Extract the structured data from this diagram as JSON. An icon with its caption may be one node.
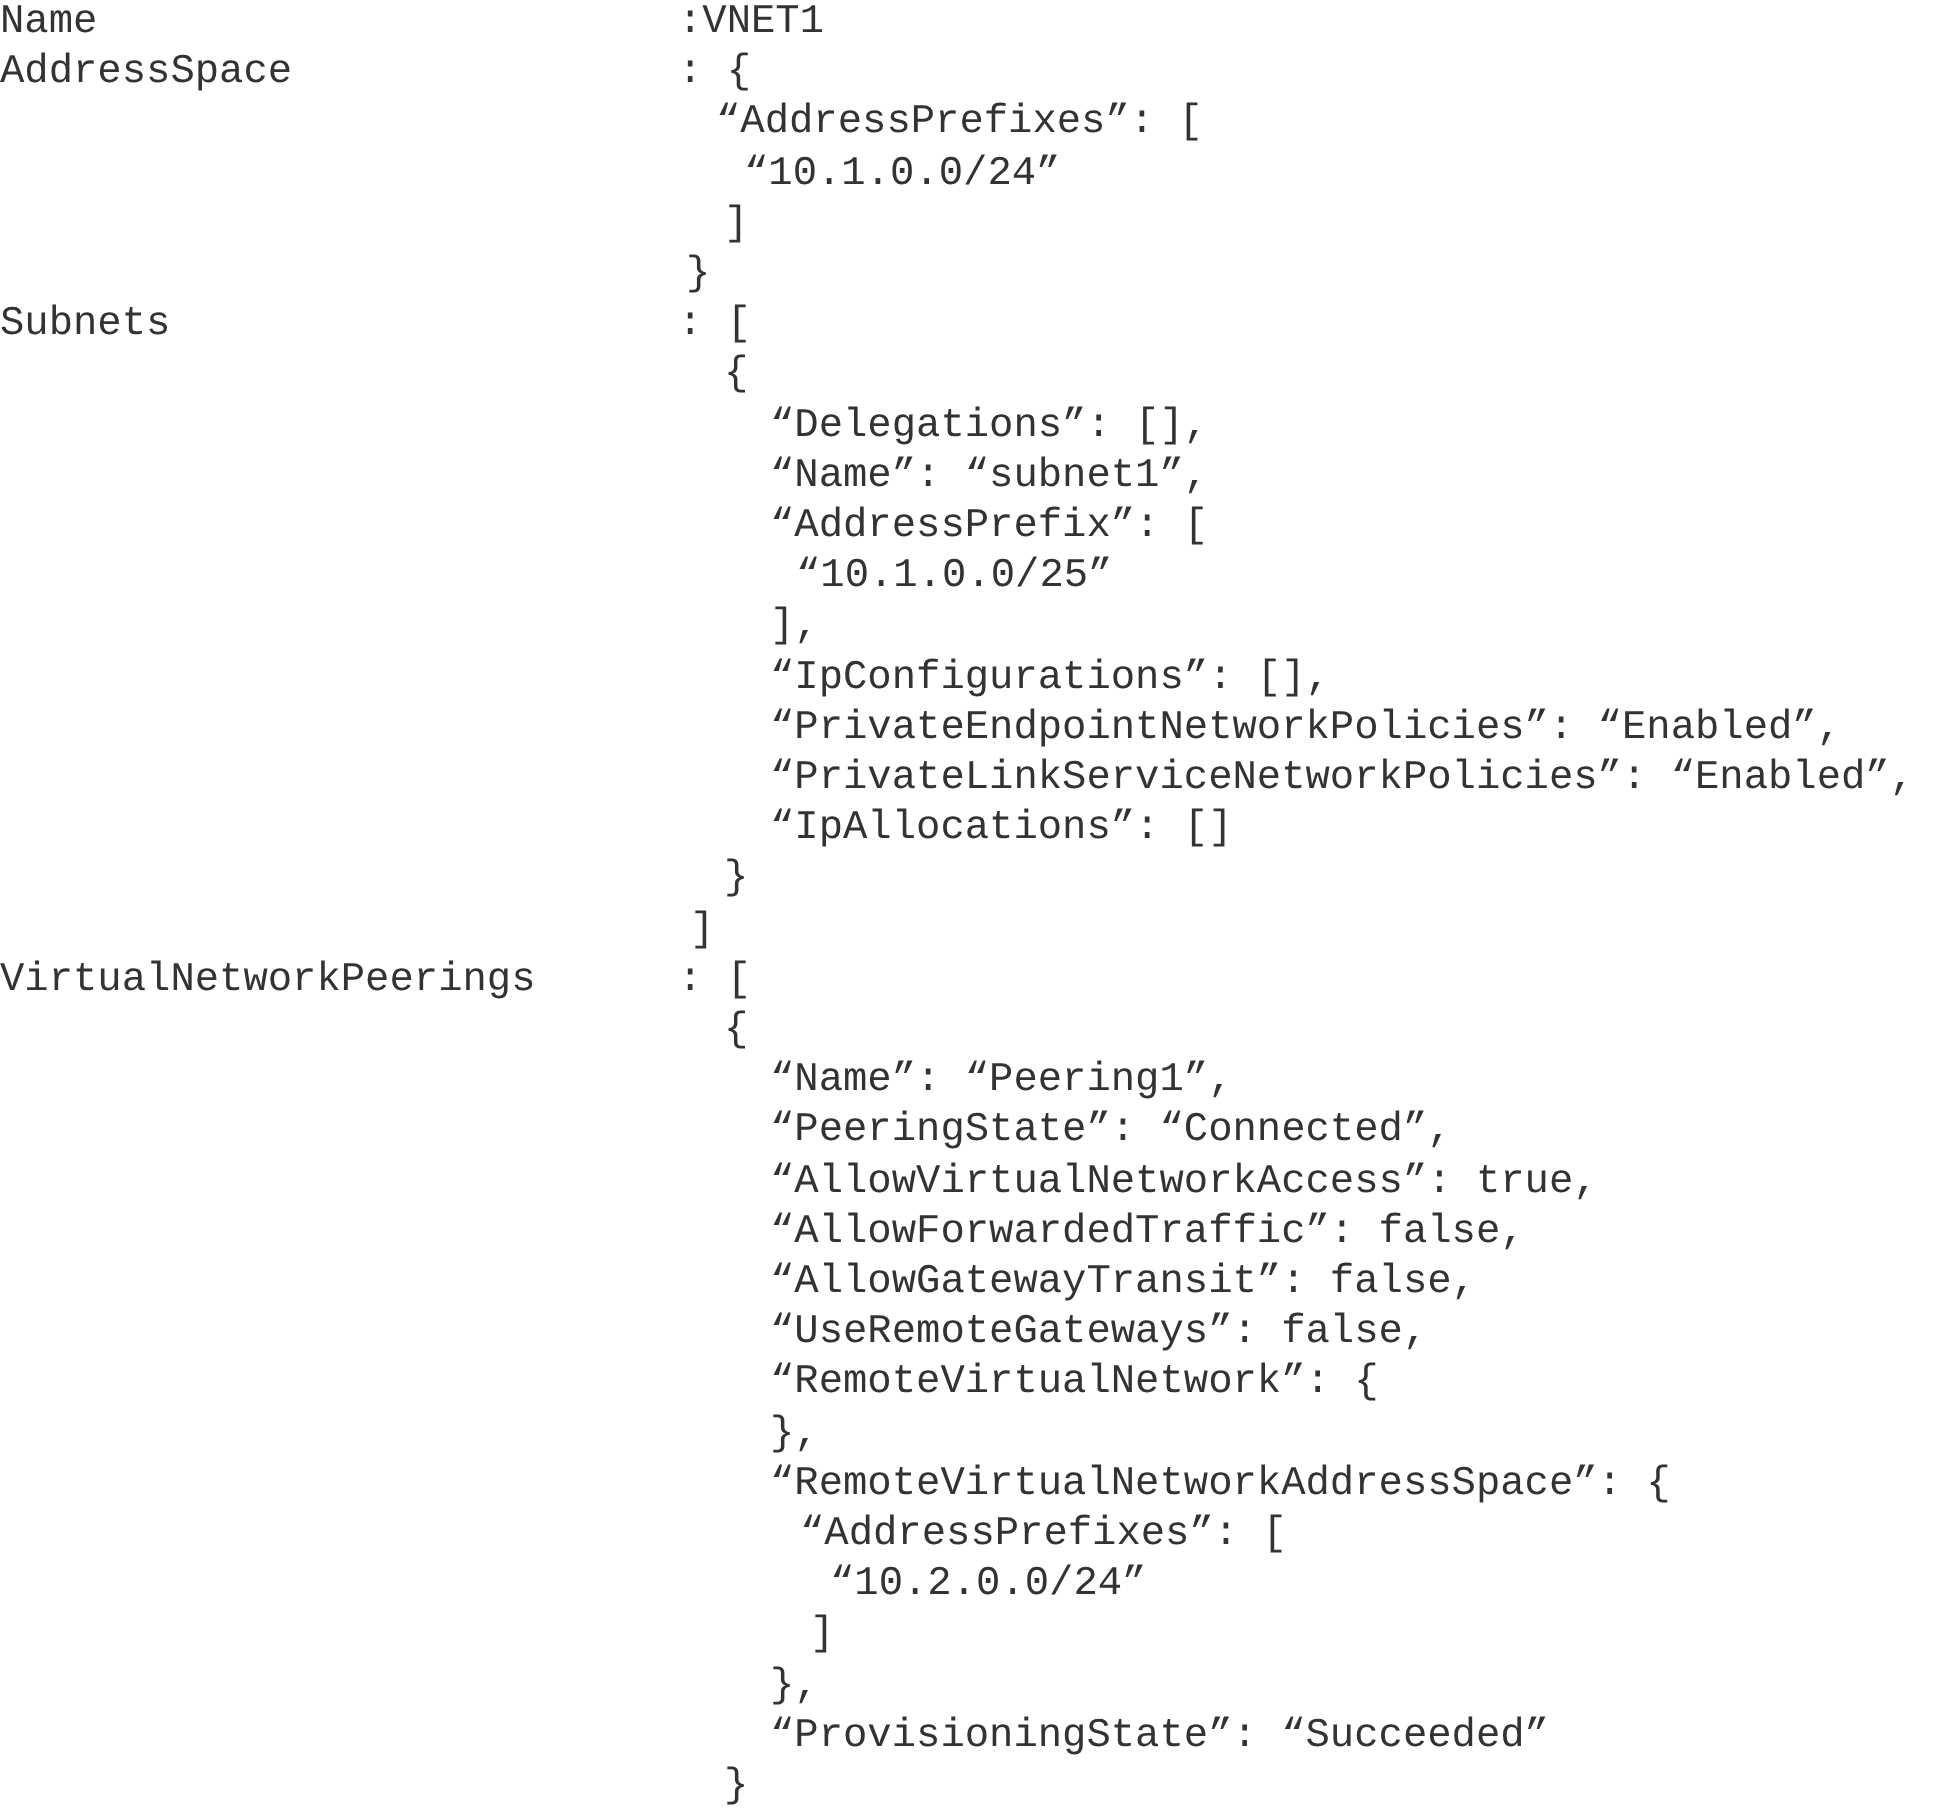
{
  "diagram": {
    "labels": [
      "Name",
      ":VNET1",
      "AddressSpace",
      ": {",
      "“AddressPrefixes”: [",
      "“10.1.0.0/24”",
      "]",
      "}",
      "Subnets",
      ": [",
      "{",
      "“Delegations”: [],",
      "“Name”: “subnet1”,",
      "“AddressPrefix”: [",
      "“10.1.0.0/25”",
      "],",
      "“IpConfigurations”: [],",
      "“PrivateEndpointNetworkPolicies”: “Enabled”,",
      "“PrivateLinkServiceNetworkPolicies”: “Enabled”,",
      "“IpAllocations”: []",
      "}",
      "]",
      "VirtualNetworkPeerings",
      ": [",
      "{",
      "“Name”: “Peering1”,",
      "“PeeringState”: “Connected”,",
      "“AllowVirtualNetworkAccess”: true,",
      "“AllowForwardedTraffic”: false,",
      "“AllowGatewayTransit”: false,",
      "“UseRemoteGateways”: false,",
      "“RemoteVirtualNetwork”: {",
      "},",
      "“RemoteVirtualNetworkAddressSpace”: {",
      "“AddressPrefixes”: [",
      "“10.2.0.0/24”",
      "]",
      "},",
      "“ProvisioningState”: “Succeeded”",
      "}"
    ]
  }
}
